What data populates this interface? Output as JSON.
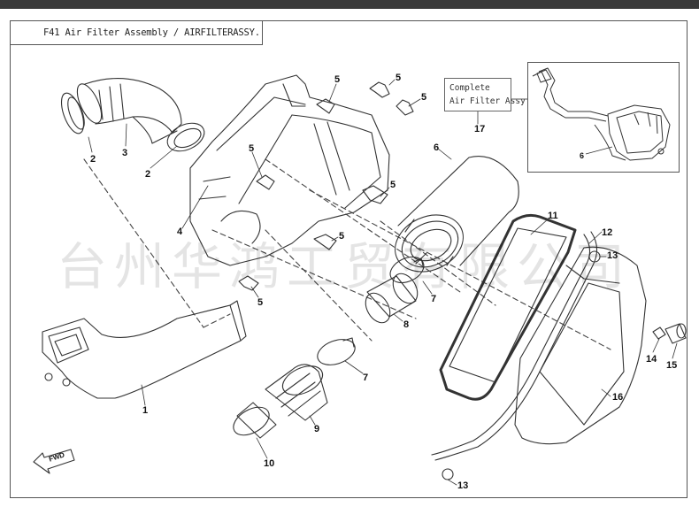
{
  "title": "F41 Air Filter Assembly / AIRFILTERASSY.",
  "callout": {
    "line1": "Complete",
    "line2": "Air Filter Assy",
    "ref": "17"
  },
  "watermark": "台州华鸿工贸有限公司",
  "fwd_label": "FWD",
  "inset_label": "6",
  "part_labels": {
    "p1": "1",
    "p2a": "2",
    "p2b": "2",
    "p3": "3",
    "p4": "4",
    "p5a": "5",
    "p5b": "5",
    "p5c": "5",
    "p5d": "5",
    "p5e": "5",
    "p5f": "5",
    "p5g": "5",
    "p6": "6",
    "p7a": "7",
    "p7b": "7",
    "p8": "8",
    "p9": "9",
    "p10": "10",
    "p11": "11",
    "p12": "12",
    "p13a": "13",
    "p13b": "13",
    "p14": "14",
    "p15": "15",
    "p16": "16"
  },
  "colors": {
    "line": "#333333",
    "frame": "#555555",
    "topbar": "#3a3a3a"
  }
}
